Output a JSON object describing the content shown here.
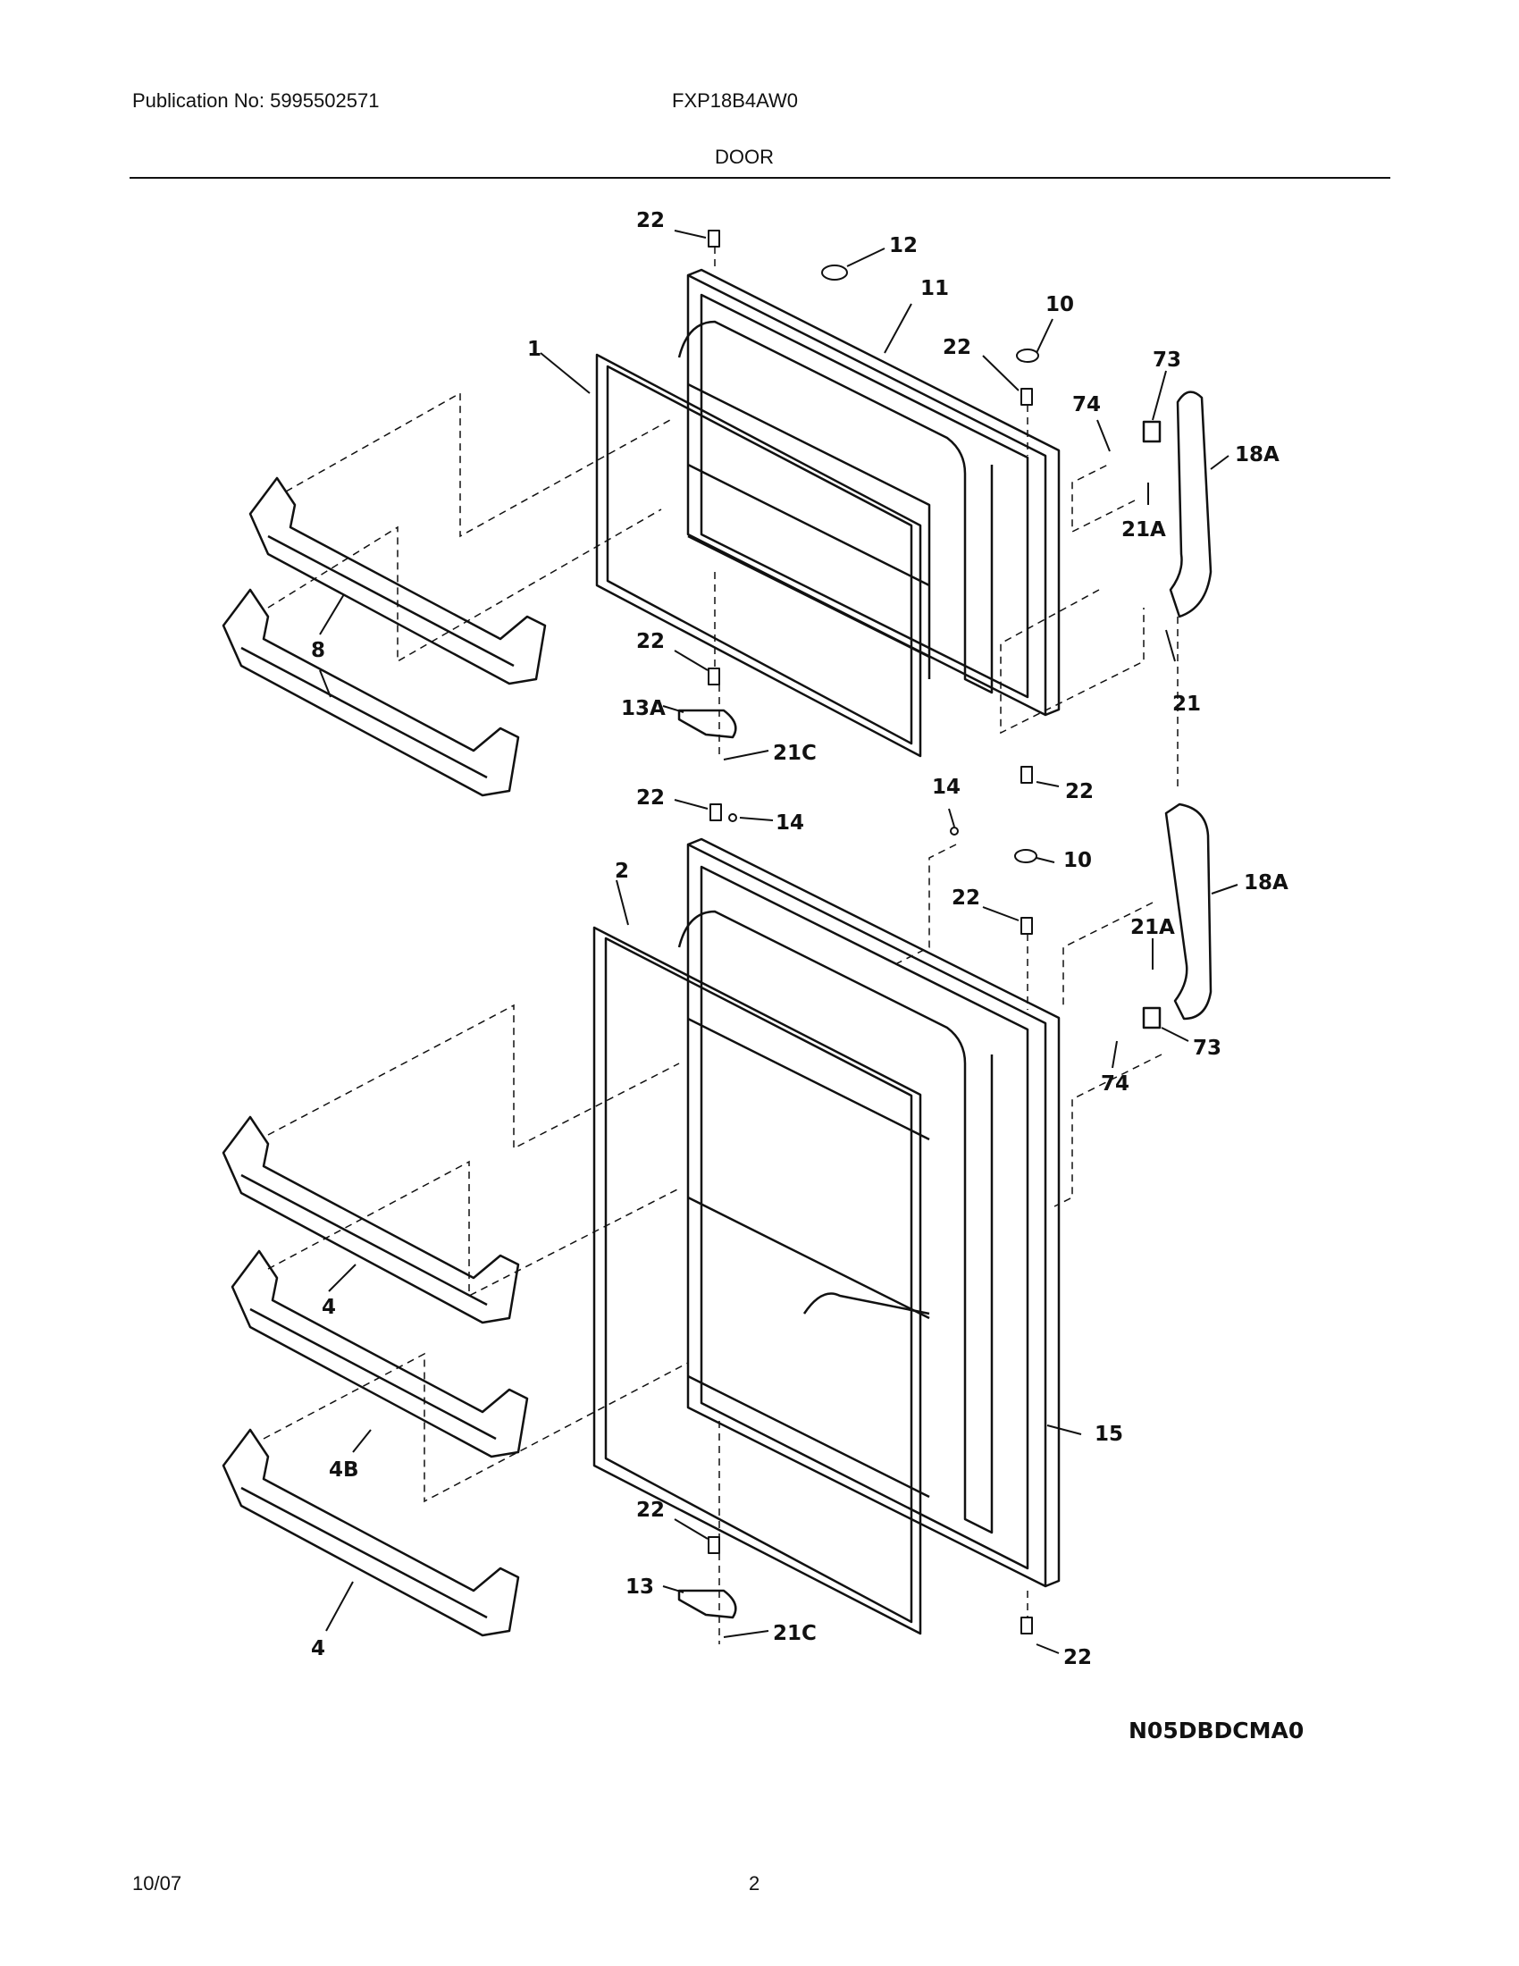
{
  "header": {
    "publication": "Publication No: 5995502571",
    "model": "FXP18B4AW0",
    "section_title": "DOOR"
  },
  "diagram": {
    "code": "N05DBDCMA0",
    "callouts": {
      "c22_top": "22",
      "c12": "12",
      "c11": "11",
      "c10_top": "10",
      "c22_b": "22",
      "c73_top": "73",
      "c74_top": "74",
      "c18a_top": "18A",
      "c21a_top": "21A",
      "c1": "1",
      "c8": "8",
      "c22_c": "22",
      "c13a": "13A",
      "c21c_top": "21C",
      "c22_d": "22",
      "c21": "21",
      "c22_e": "22",
      "c14_a": "14",
      "c14_b": "14",
      "c2": "2",
      "c10_b": "10",
      "c22_f": "22",
      "c18a_b": "18A",
      "c21a_b": "21A",
      "c73_b": "73",
      "c74_b": "74",
      "c4_a": "4",
      "c4b": "4B",
      "c15": "15",
      "c22_g": "22",
      "c13": "13",
      "c21c_b": "21C",
      "c22_h": "22",
      "c4_c": "4"
    }
  },
  "footer": {
    "date": "10/07",
    "page": "2"
  }
}
